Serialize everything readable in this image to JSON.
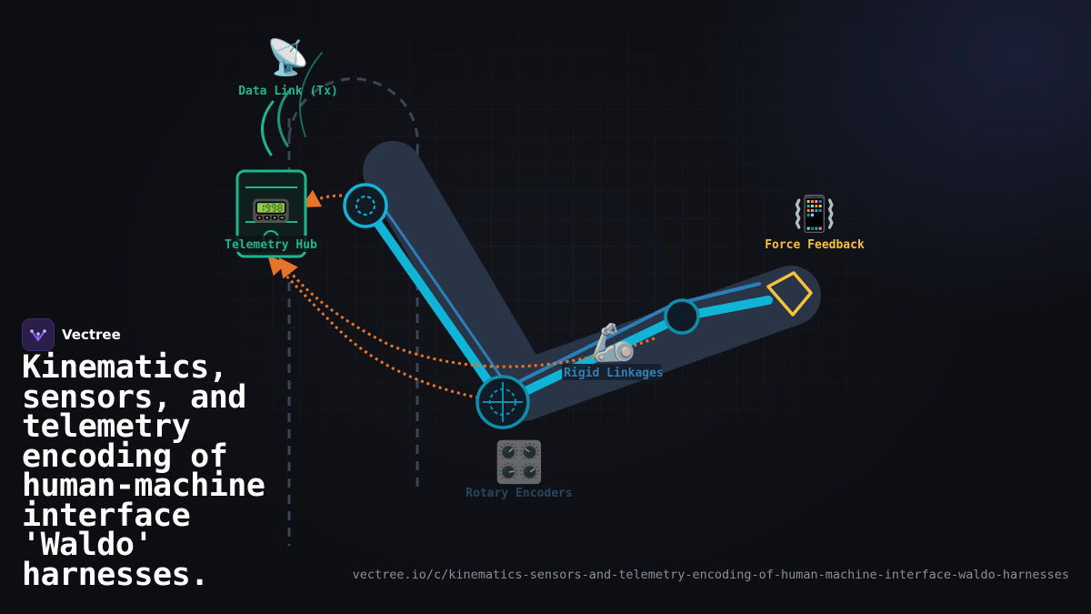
{
  "brand": {
    "name": "Vectree",
    "accent": "#8b5cf6"
  },
  "headline": "Kinematics, sensors, and telemetry encoding of human-machine interface 'Waldo' harnesses.",
  "footer": {
    "url": "vectree.io/c/kinematics-sensors-and-telemetry-encoding-of-human-machine-interface-waldo-harnesses"
  },
  "diagram": {
    "nodes": {
      "data_link": {
        "label": "Data Link (Tx)",
        "icon": "satellite-antenna-icon",
        "glyph": "📡",
        "color": "#1fb58f"
      },
      "telemetry_hub": {
        "label": "Telemetry Hub",
        "icon": "pager-icon",
        "glyph": "📟",
        "color": "#1fb58f"
      },
      "force_feedback": {
        "label": "Force Feedback",
        "icon": "vibration-mode-icon",
        "glyph": "📳",
        "color": "#f5c23a"
      },
      "rigid_linkages": {
        "label": "Rigid Linkages",
        "icon": "mechanical-arm-icon",
        "glyph": "🦾",
        "color": "#2f7fb8"
      },
      "rotary_encoders": {
        "label": "Rotary Encoders",
        "icon": "control-knobs-icon",
        "glyph": "🎛️",
        "color": "#2a5a7a"
      }
    },
    "colors": {
      "arm_shadow": "#2a3447",
      "arm_link": "#10b4d6",
      "arm_link_dark": "#2b7fb6",
      "signal_path": "#e8732a",
      "dashed_guide": "#3b4556",
      "end_effector": "#f5c23a"
    }
  }
}
